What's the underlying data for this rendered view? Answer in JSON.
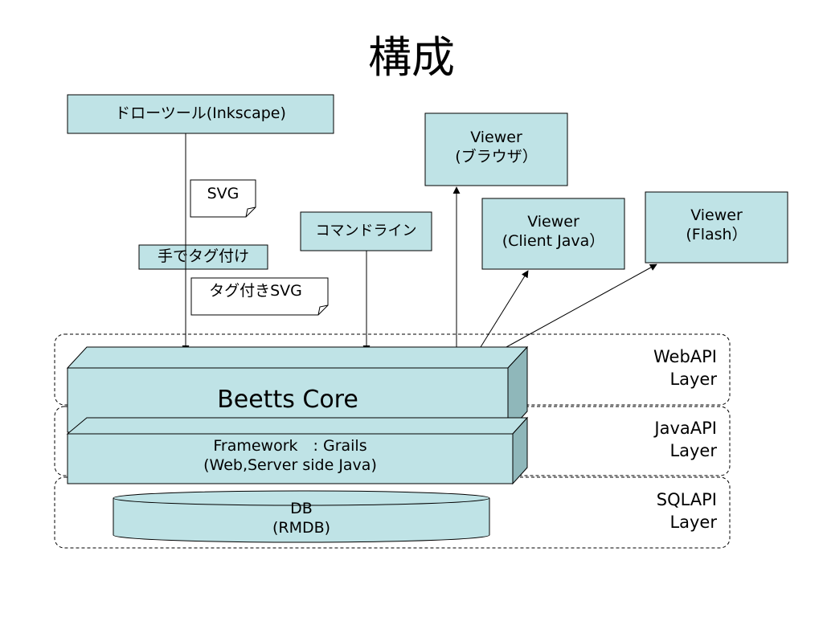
{
  "title": "構成",
  "nodes": {
    "drawtool": "ドローツール(Inkscape)",
    "svg_doc": "SVG",
    "tagging": "手でタグ付け",
    "tagged_svg": "タグ付きSVG",
    "cmdline": "コマンドライン",
    "viewer_browser": {
      "line1": "Viewer",
      "line2": "(ブラウザ）"
    },
    "viewer_java": {
      "line1": "Viewer",
      "line2": "(Client Java）"
    },
    "viewer_flash": {
      "line1": "Viewer",
      "line2": "(Flash）"
    },
    "core": "Beetts Core",
    "framework": {
      "line1": "Framework　: Grails",
      "line2": "(Web,Server side Java)"
    },
    "db": {
      "line1": "DB",
      "line2": "(RMDB)"
    }
  },
  "layers": {
    "web": {
      "line1": "WebAPI",
      "line2": "Layer"
    },
    "java": {
      "line1": "JavaAPI",
      "line2": "Layer"
    },
    "sql": {
      "line1": "SQLAPI",
      "line2": "Layer"
    }
  },
  "colors": {
    "fill": "#bfe3e6",
    "side": "#8fb7ba",
    "stroke": "#000000"
  }
}
